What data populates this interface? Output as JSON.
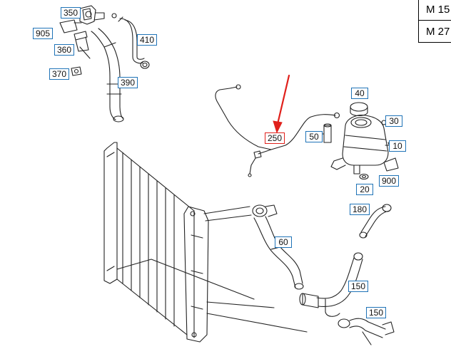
{
  "callouts": {
    "c350": "350",
    "c410": "410",
    "c905": "905",
    "c360": "360",
    "c370": "370",
    "c390": "390",
    "c40": "40",
    "c30": "30",
    "c250": "250",
    "c50": "50",
    "c10": "10",
    "c900": "900",
    "c20": "20",
    "c180": "180",
    "c60": "60",
    "c150a": "150",
    "c150b": "150"
  },
  "legend": {
    "row1": "M 15",
    "row2": "M 27"
  },
  "colors": {
    "callout_border": "#1f73b7",
    "highlight": "#e0201b",
    "line": "#222222"
  }
}
